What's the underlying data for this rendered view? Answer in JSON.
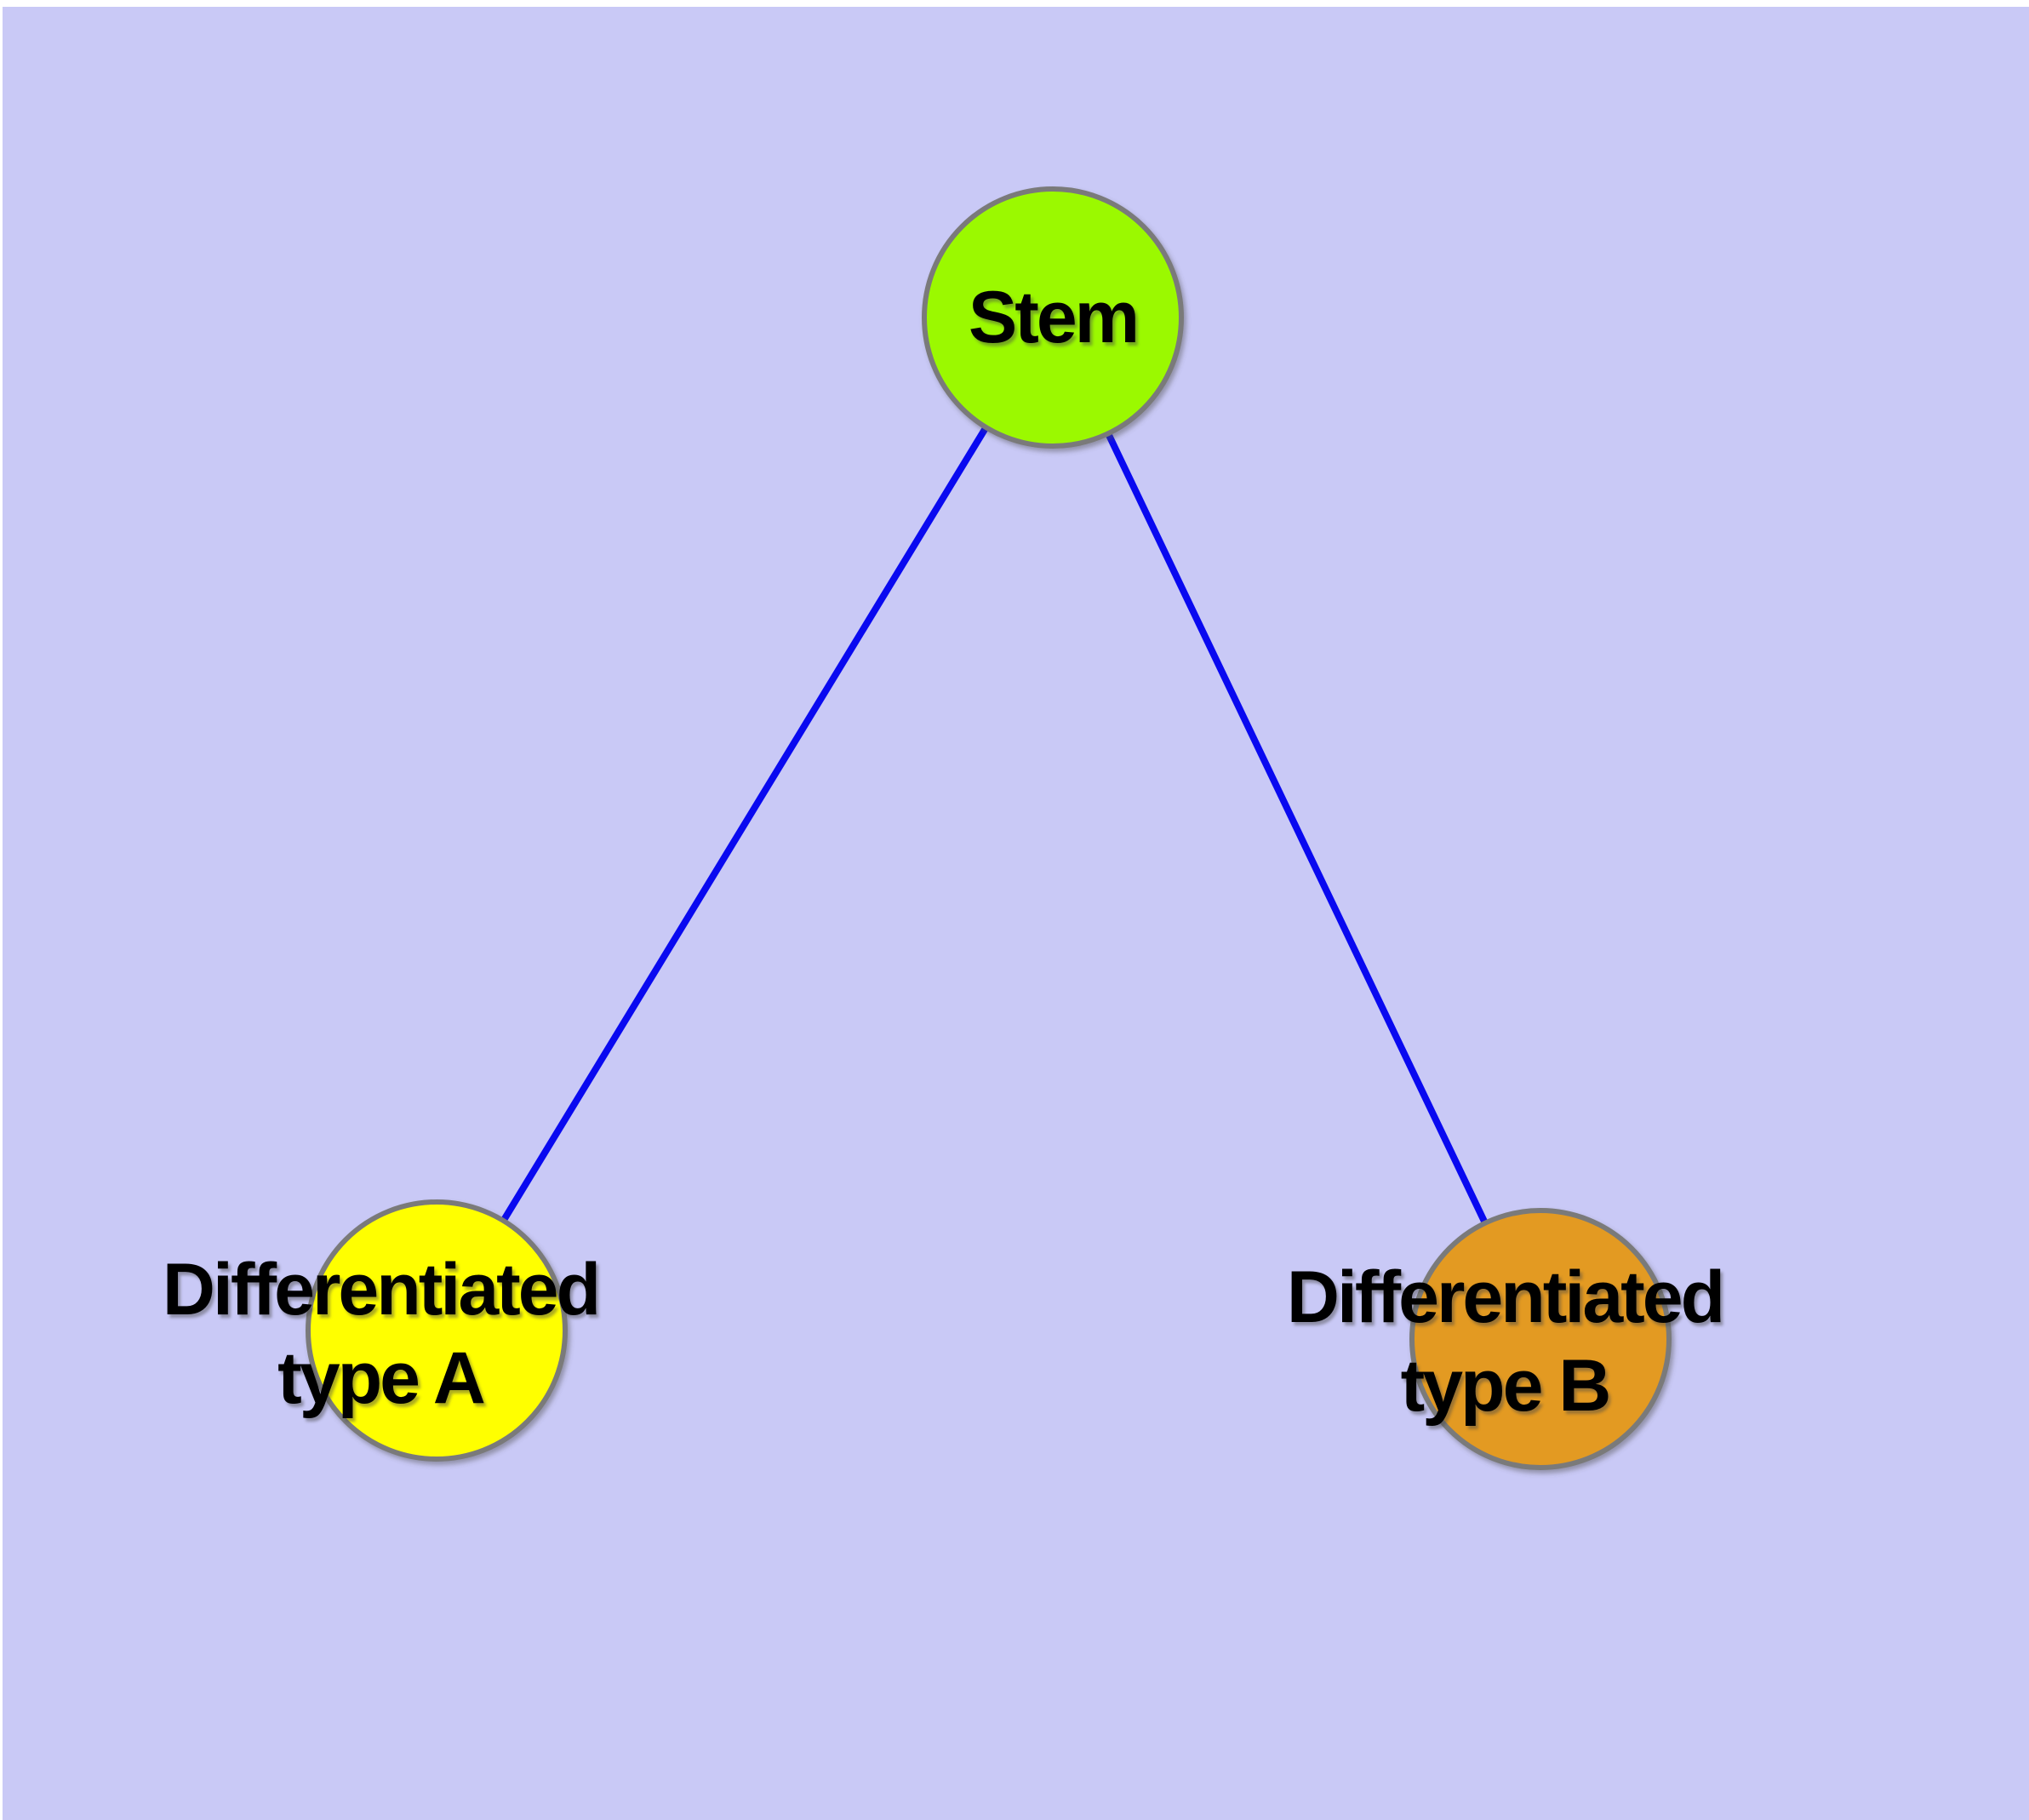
{
  "diagram": {
    "title": "",
    "type": "node-link graph",
    "colors": {
      "background": "#C9C9F6",
      "page_margin": "#FFFFFF",
      "edge": "#0909F0",
      "node_border": "#7A7A7A",
      "label_text": "#000000"
    },
    "nodes": [
      {
        "id": "stem",
        "lines": [
          "Stem"
        ],
        "fill": "#9BF900"
      },
      {
        "id": "type-a",
        "lines": [
          "Differentiated",
          "type A"
        ],
        "fill": "#FFFF00"
      },
      {
        "id": "type-b",
        "lines": [
          "Differentiated",
          "type B"
        ],
        "fill": "#E39A20"
      }
    ],
    "edges": [
      {
        "from": "stem",
        "to": "type-a"
      },
      {
        "from": "stem",
        "to": "type-b"
      }
    ]
  }
}
